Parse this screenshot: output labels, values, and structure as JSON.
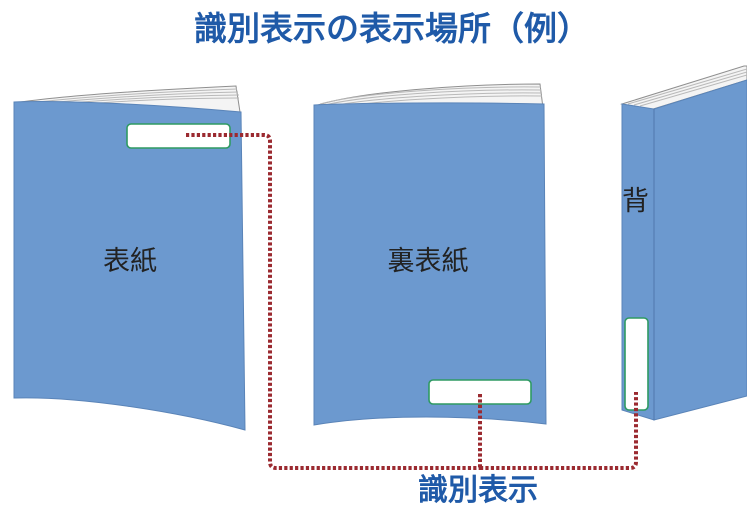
{
  "diagram": {
    "title": "識別表示の表示場所（例）",
    "books": {
      "front": {
        "label": "表紙"
      },
      "back": {
        "label": "裏表紙"
      },
      "spine": {
        "label": "背"
      }
    },
    "caption": "識別表示"
  },
  "colors": {
    "cover": "#6c99cf",
    "cover_edge": "#5a84b8",
    "pages": "#f4f4f4",
    "page_lines": "#b9b9b9",
    "label_box_border": "#2e9a62",
    "label_box_fill": "#ffffff",
    "leader_line": "#9b2a30",
    "title": "#1f5aa8",
    "caption": "#1f5aa8",
    "text": "#222222"
  }
}
